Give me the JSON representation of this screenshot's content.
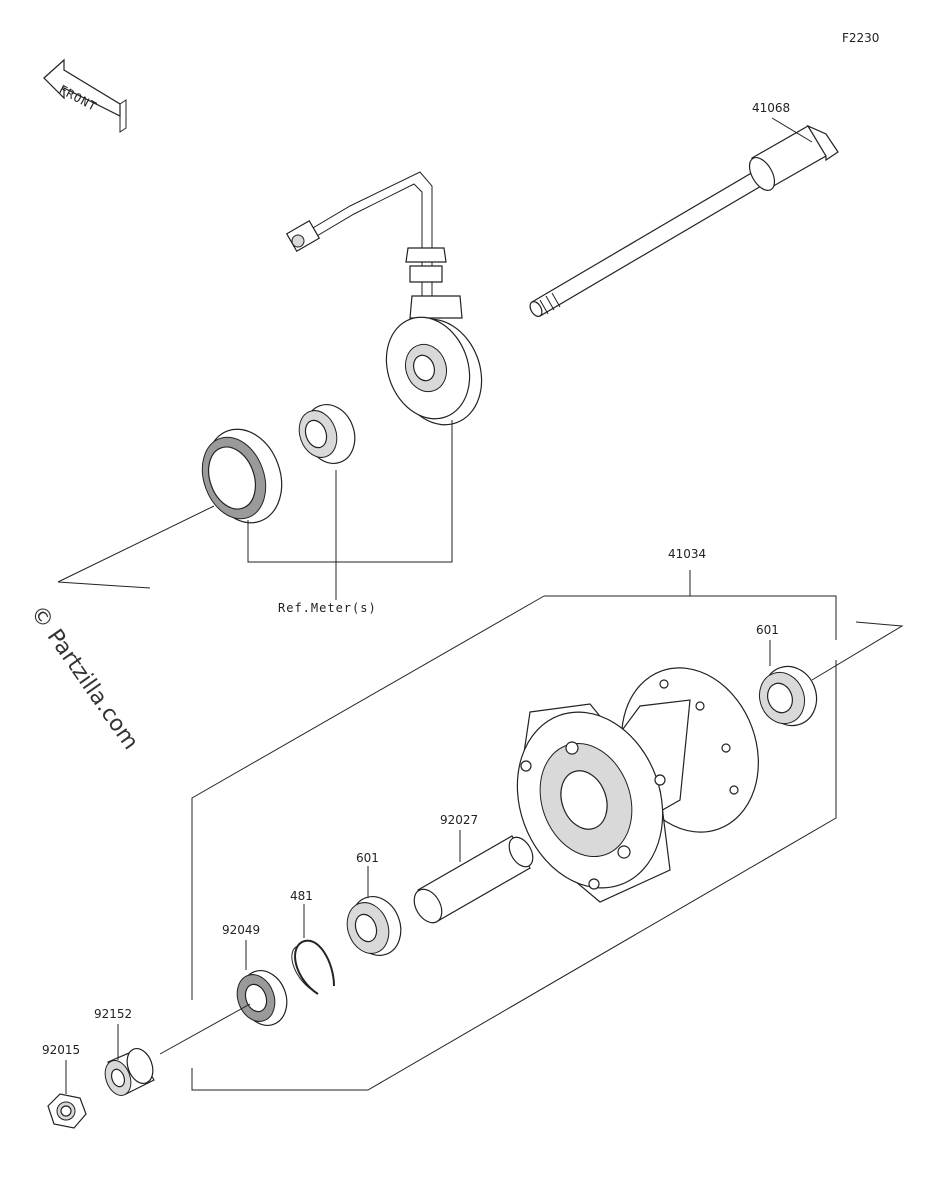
{
  "diagram_code": "F2230",
  "front_label": "FRONT",
  "watermark": "© Partzilla.com",
  "ref_label": "Ref.Meter(s)",
  "parts": {
    "axle": "41068",
    "hub": "41034",
    "bearing_right": "601",
    "bearing_left": "601",
    "spacer_tube": "92027",
    "circlip": "481",
    "seal": "92049",
    "collar": "92152",
    "nut": "92015"
  }
}
